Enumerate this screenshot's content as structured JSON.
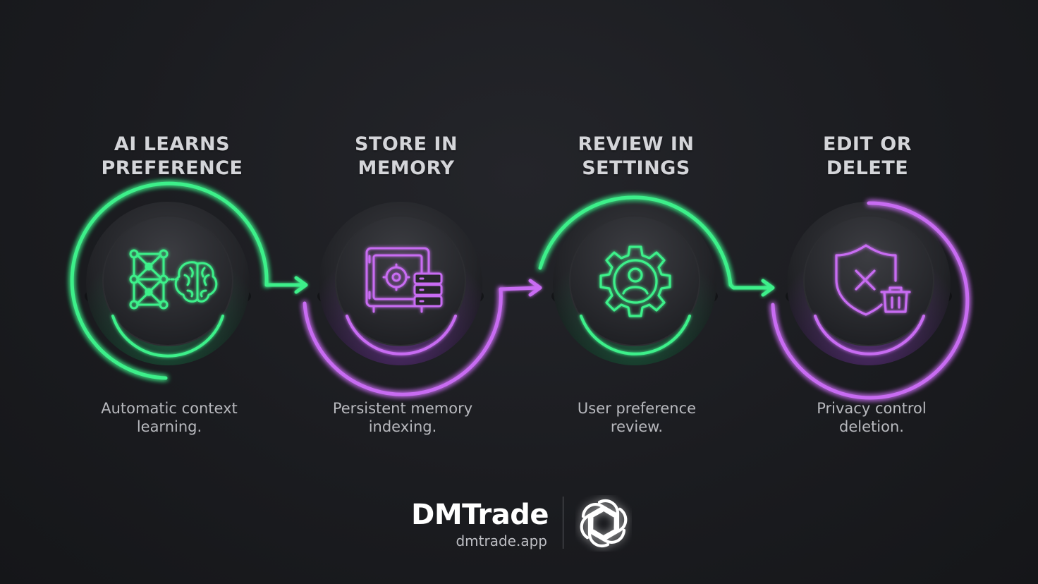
{
  "colors": {
    "green": "#3ef08a",
    "purple": "#c86cf2",
    "background": "#1a1b1f"
  },
  "steps": [
    {
      "title": "AI LEARNS\nPREFERENCE",
      "description": "Automatic context\nlearning.",
      "icon": "neural-network-brain-icon",
      "accent": "green"
    },
    {
      "title": "STORE IN\nMEMORY",
      "description": "Persistent memory\nindexing.",
      "icon": "safe-database-icon",
      "accent": "purple"
    },
    {
      "title": "REVIEW IN\nSETTINGS",
      "description": "User preference\nreview.",
      "icon": "gear-user-icon",
      "accent": "green"
    },
    {
      "title": "EDIT OR\nDELETE",
      "description": "Privacy control\ndeletion.",
      "icon": "shield-delete-icon",
      "accent": "purple"
    }
  ],
  "footer": {
    "brand": "DMTrade",
    "url": "dmtrade.app",
    "partner_icon": "openai-logo-icon"
  }
}
